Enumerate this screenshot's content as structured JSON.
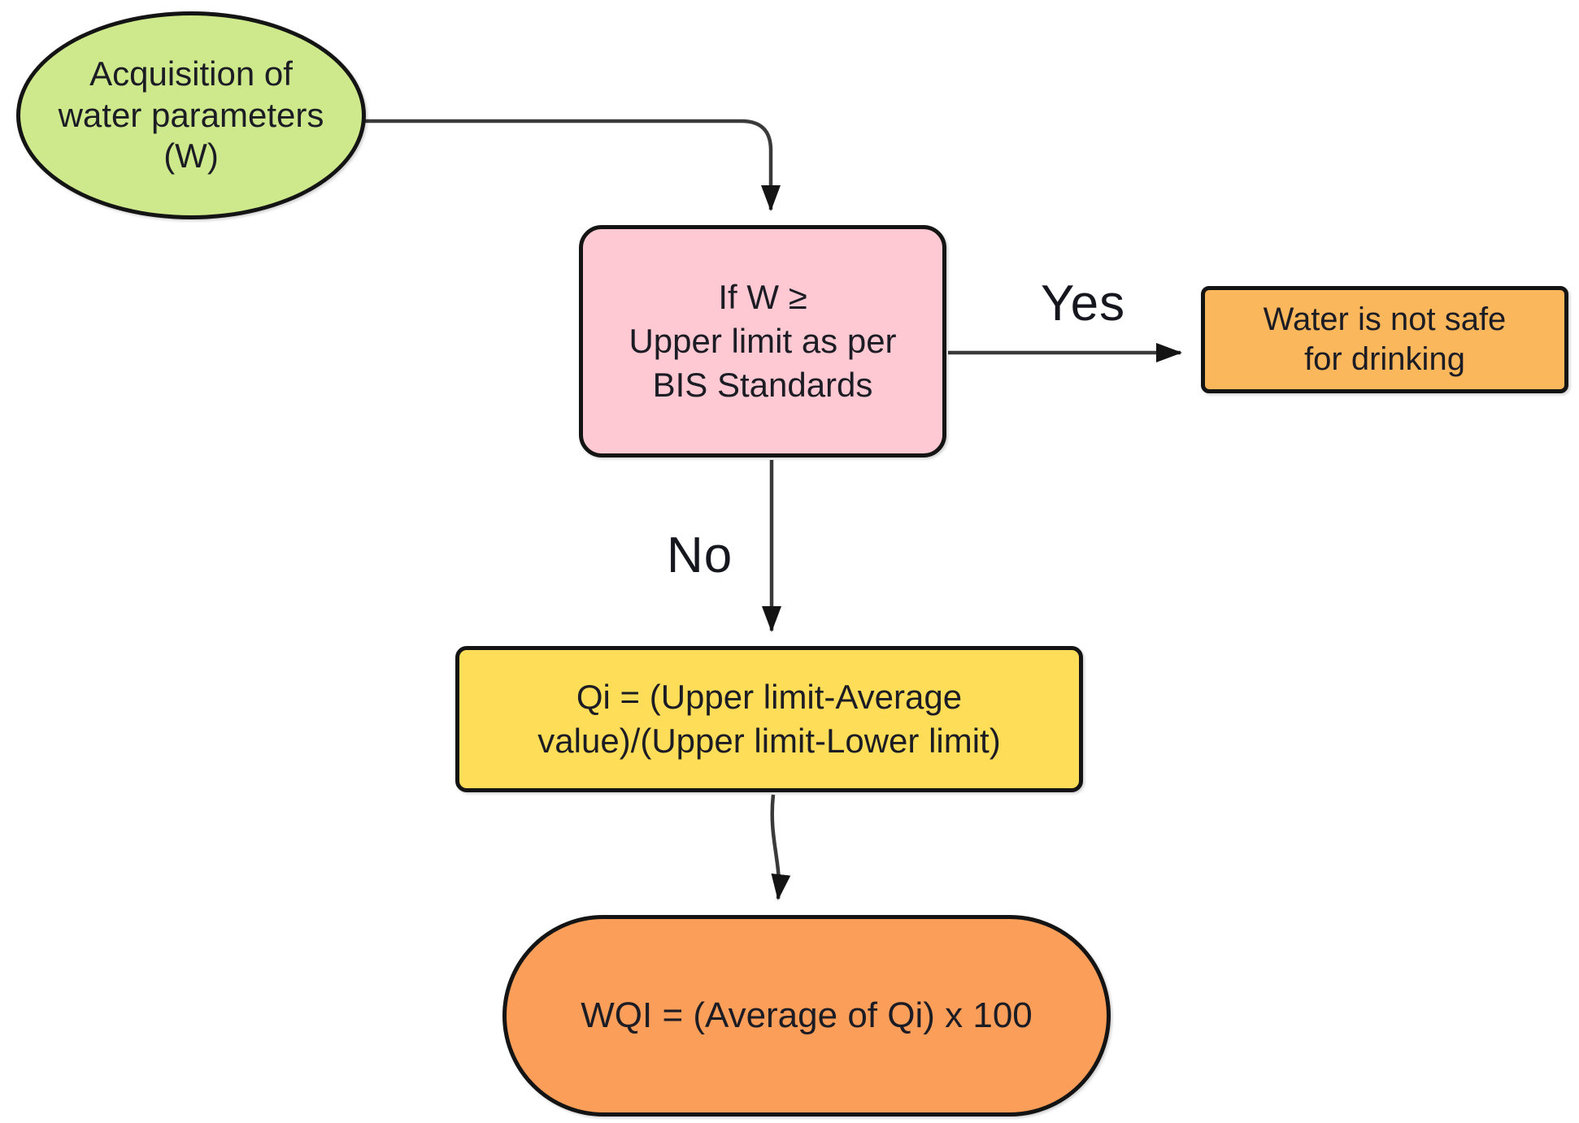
{
  "nodes": {
    "start": {
      "lines": [
        "Acquisition of",
        "water parameters",
        "(W)"
      ]
    },
    "decision": {
      "lines": [
        "If W ≥",
        "Upper limit as per",
        "BIS Standards"
      ]
    },
    "unsafe": {
      "lines": [
        "Water is not safe",
        "for drinking"
      ]
    },
    "qi": {
      "lines": [
        "Qi = (Upper limit-Average",
        "value)/(Upper limit-Lower limit)"
      ]
    },
    "wqi": {
      "lines": [
        "WQI = (Average of Qi) x 100"
      ]
    }
  },
  "edge_labels": {
    "yes": "Yes",
    "no": "No"
  },
  "colors": {
    "start-fill": "#cde98c",
    "decision-fill": "#ffc9d3",
    "unsafe-fill": "#fbb75c",
    "qi-fill": "#fede58",
    "wqi-fill": "#fb9e5a",
    "node-border": "#141414",
    "edge-stroke": "#3a3a3a",
    "text": "#1c1c24",
    "canvas-bg": "#ffffff"
  }
}
